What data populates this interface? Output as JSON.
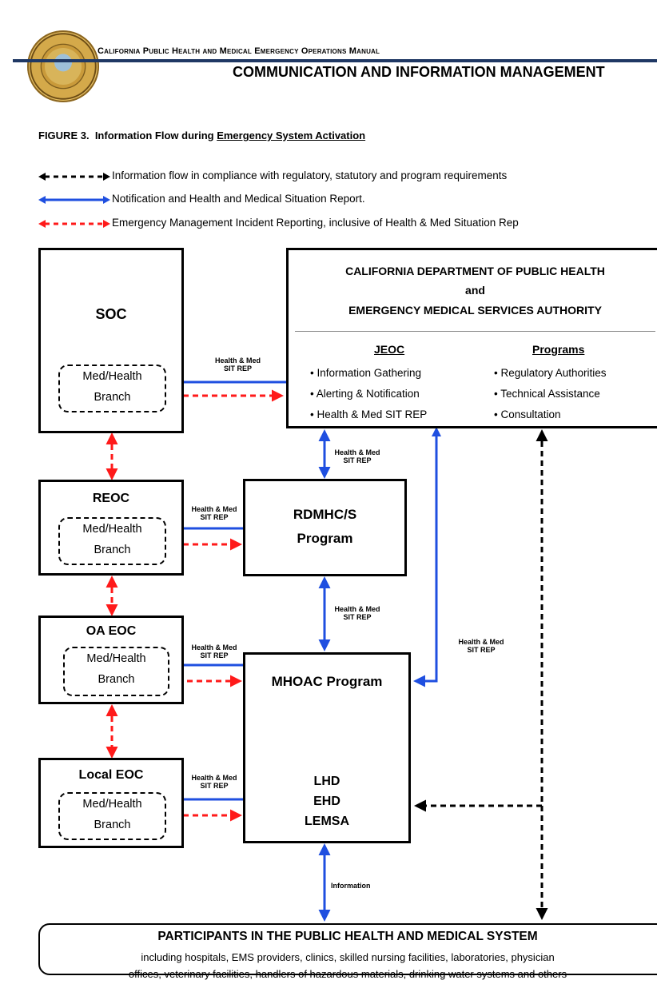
{
  "header": {
    "manual_title": "California Public Health and Medical Emergency Operations Manual",
    "section_title": "COMMUNICATION AND INFORMATION MANAGEMENT"
  },
  "figure": {
    "label": "FIGURE 3.",
    "title_plain": "Information Flow during ",
    "title_underlined": "Emergency System Activation"
  },
  "legend": [
    {
      "style": "black-dashed",
      "text": "Information flow in compliance with regulatory, statutory and program requirements"
    },
    {
      "style": "blue-solid",
      "text": "Notification and Health and Medical Situation Report."
    },
    {
      "style": "red-dashed",
      "text": "Emergency Management Incident Reporting, inclusive of Health & Med Situation Rep"
    }
  ],
  "nodes": {
    "soc": {
      "title": "SOC",
      "branch_line1": "Med/Health",
      "branch_line2": "Branch"
    },
    "reoc": {
      "title": "REOC",
      "branch_line1": "Med/Health",
      "branch_line2": "Branch"
    },
    "oa_eoc": {
      "title": "OA EOC",
      "branch_line1": "Med/Health",
      "branch_line2": "Branch"
    },
    "local_eoc": {
      "title": "Local EOC",
      "branch_line1": "Med/Health",
      "branch_line2": "Branch"
    },
    "cdph": {
      "line1": "CALIFORNIA DEPARTMENT OF PUBLIC HEALTH",
      "line2": "and",
      "line3": "EMERGENCY MEDICAL SERVICES AUTHORITY",
      "jeoc_head": "JEOC",
      "jeoc_items": [
        "• Information Gathering",
        "• Alerting & Notification",
        "• Health & Med SIT REP"
      ],
      "programs_head": "Programs",
      "programs_items": [
        "• Regulatory Authorities",
        "• Technical Assistance",
        "• Consultation"
      ]
    },
    "rdmhc": {
      "line1": "RDMHC/S",
      "line2": "Program"
    },
    "mhoac": {
      "title": "MHOAC Program",
      "line1": "LHD",
      "line2": "EHD",
      "line3": "LEMSA"
    }
  },
  "edge_labels": {
    "sitrep_line1": "Health & Med",
    "sitrep_line2": "SIT REP",
    "information": "Information"
  },
  "participants": {
    "title": "PARTICIPANTS IN THE PUBLIC HEALTH AND MEDICAL SYSTEM",
    "desc_line1": "including hospitals, EMS providers, clinics, skilled nursing facilities, laboratories, physician",
    "desc_line2": "offices, veterinary facilities, handlers of hazardous materials, drinking water systems and others"
  },
  "colors": {
    "blue": "#1f4fe0",
    "red": "#ff1a1a",
    "black": "#000000",
    "header_rule": "#1f3864"
  }
}
